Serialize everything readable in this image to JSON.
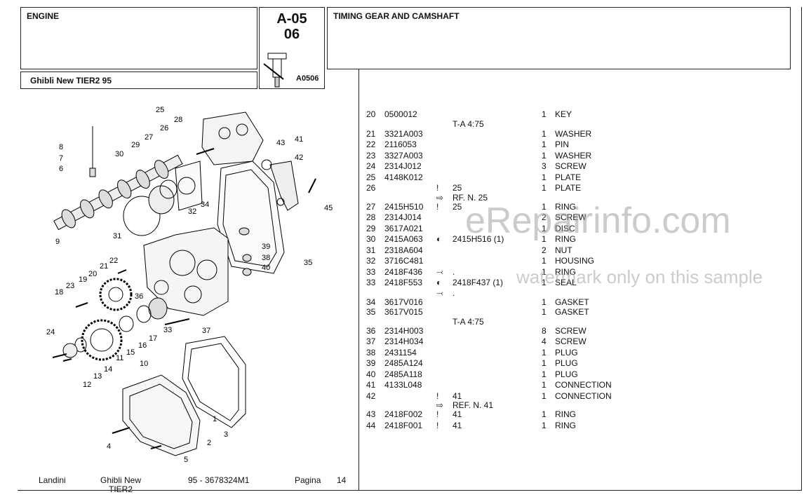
{
  "header": {
    "section": "ENGINE",
    "model": "Ghibli New TIER2 95",
    "code_line1": "A-05",
    "code_line2": "06",
    "image_ref": "A0506",
    "title": "TIMING GEAR AND CAMSHAFT"
  },
  "parts": [
    {
      "pos": "20",
      "code": "0500012",
      "mark": "",
      "note": "",
      "qty": "1",
      "desc": "KEY"
    },
    {
      "pos": "",
      "code": "",
      "mark": "",
      "note": "T-A 4:75",
      "qty": "",
      "desc": ""
    },
    {
      "pos": "21",
      "code": "3321A003",
      "mark": "",
      "note": "",
      "qty": "1",
      "desc": "WASHER"
    },
    {
      "pos": "22",
      "code": "2116053",
      "mark": "",
      "note": "",
      "qty": "1",
      "desc": "PIN"
    },
    {
      "pos": "23",
      "code": "3327A003",
      "mark": "",
      "note": "",
      "qty": "1",
      "desc": "WASHER"
    },
    {
      "pos": "24",
      "code": "2314J012",
      "mark": "",
      "note": "",
      "qty": "3",
      "desc": "SCREW"
    },
    {
      "pos": "25",
      "code": "4148K012",
      "mark": "",
      "note": "",
      "qty": "1",
      "desc": "PLATE"
    },
    {
      "pos": "26",
      "code": "",
      "mark": "!",
      "note": "25",
      "qty": "1",
      "desc": "PLATE"
    },
    {
      "pos": "",
      "code": "",
      "mark": "⇨",
      "note": "RF. N. 25",
      "qty": "",
      "desc": ""
    },
    {
      "pos": "27",
      "code": "2415H510",
      "mark": "!",
      "note": "25",
      "qty": "1",
      "desc": "RING"
    },
    {
      "pos": "28",
      "code": "2314J014",
      "mark": "",
      "note": "",
      "qty": "2",
      "desc": "SCREW"
    },
    {
      "pos": "29",
      "code": "3617A021",
      "mark": "",
      "note": "",
      "qty": "1",
      "desc": "DISC"
    },
    {
      "pos": "30",
      "code": "2415A063",
      "mark": "◐",
      "note": "2415H516  (1)",
      "qty": "1",
      "desc": "RING"
    },
    {
      "pos": "31",
      "code": "2318A604",
      "mark": "",
      "note": "",
      "qty": "2",
      "desc": "NUT"
    },
    {
      "pos": "32",
      "code": "3716C481",
      "mark": "",
      "note": "",
      "qty": "1",
      "desc": "HOUSING"
    },
    {
      "pos": "33",
      "code": "2418F436",
      "mark": "⤙",
      "note": ".",
      "qty": "1",
      "desc": "RING"
    },
    {
      "pos": "33",
      "code": "2418F553",
      "mark": "◐",
      "note": "2418F437  (1)",
      "qty": "1",
      "desc": "SEAL"
    },
    {
      "pos": "",
      "code": "",
      "mark": "⤙",
      "note": ".",
      "qty": "",
      "desc": ""
    },
    {
      "pos": "34",
      "code": "3617V016",
      "mark": "",
      "note": "",
      "qty": "1",
      "desc": "GASKET"
    },
    {
      "pos": "35",
      "code": "3617V015",
      "mark": "",
      "note": "",
      "qty": "1",
      "desc": "GASKET"
    },
    {
      "pos": "",
      "code": "",
      "mark": "",
      "note": "T-A 4:75",
      "qty": "",
      "desc": ""
    },
    {
      "pos": "36",
      "code": "2314H003",
      "mark": "",
      "note": "",
      "qty": "8",
      "desc": "SCREW"
    },
    {
      "pos": "37",
      "code": "2314H034",
      "mark": "",
      "note": "",
      "qty": "4",
      "desc": "SCREW"
    },
    {
      "pos": "38",
      "code": "2431154",
      "mark": "",
      "note": "",
      "qty": "1",
      "desc": "PLUG"
    },
    {
      "pos": "39",
      "code": "2485A124",
      "mark": "",
      "note": "",
      "qty": "1",
      "desc": "PLUG"
    },
    {
      "pos": "40",
      "code": "2485A118",
      "mark": "",
      "note": "",
      "qty": "1",
      "desc": "PLUG"
    },
    {
      "pos": "41",
      "code": "4133L048",
      "mark": "",
      "note": "",
      "qty": "1",
      "desc": "CONNECTION"
    },
    {
      "pos": "42",
      "code": "",
      "mark": "!",
      "note": "41",
      "qty": "1",
      "desc": "CONNECTION"
    },
    {
      "pos": "",
      "code": "",
      "mark": "⇨",
      "note": "REF. N. 41",
      "qty": "",
      "desc": ""
    },
    {
      "pos": "43",
      "code": "2418F002",
      "mark": "!",
      "note": "41",
      "qty": "1",
      "desc": "RING"
    },
    {
      "pos": "44",
      "code": "2418F001",
      "mark": "!",
      "note": "41",
      "qty": "1",
      "desc": "RING"
    }
  ],
  "footer": {
    "brand": "Landini",
    "model_line1": "Ghibli New",
    "model_line2": "TIER2",
    "code": "95 - 3678324M1",
    "page_label": "Pagina",
    "page_number": "14"
  },
  "watermark": {
    "main": "eRepairinfo.com",
    "sub": "watermark only on this sample"
  },
  "diagram_labels": [
    "25",
    "28",
    "26",
    "27",
    "29",
    "30",
    "8",
    "7",
    "6",
    "43",
    "41",
    "42",
    "45",
    "32",
    "34",
    "31",
    "9",
    "22",
    "21",
    "20",
    "19",
    "23",
    "18",
    "36",
    "39",
    "38",
    "40",
    "35",
    "33",
    "37",
    "17",
    "16",
    "15",
    "11",
    "10",
    "14",
    "13",
    "12",
    "24",
    "1",
    "2",
    "3",
    "4",
    "5"
  ]
}
